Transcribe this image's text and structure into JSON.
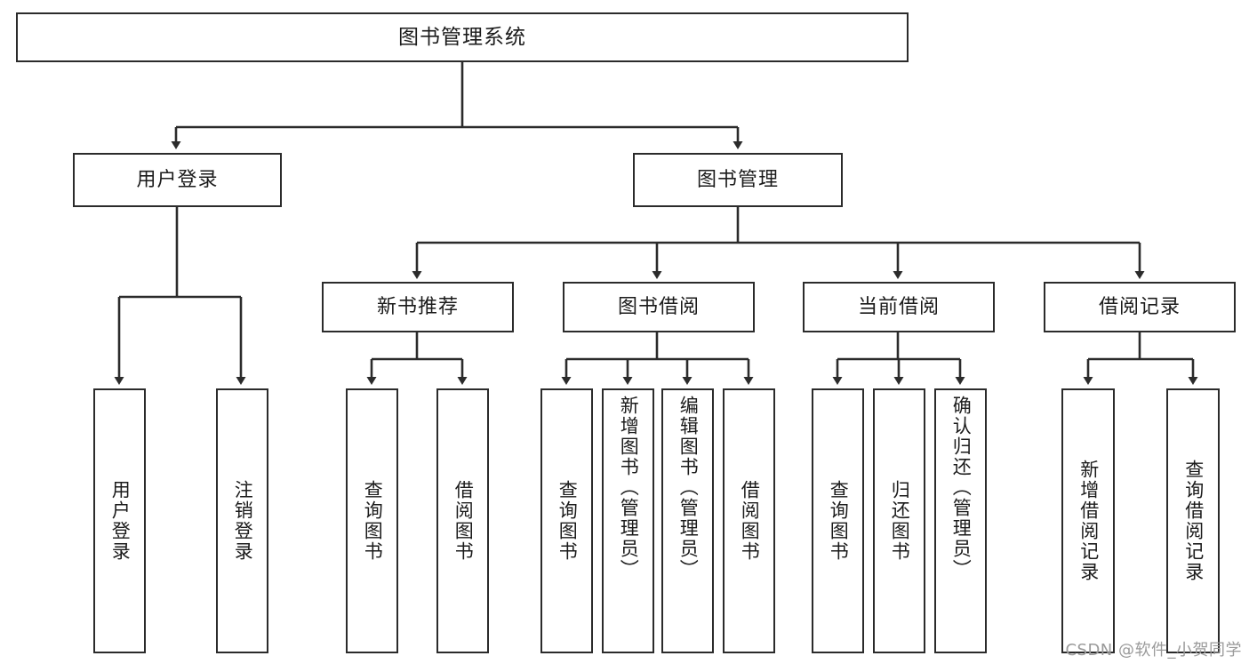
{
  "diagram": {
    "title": "图书管理系统",
    "type": "tree-hierarchy",
    "colors": {
      "box_border": "#2b2b2b",
      "box_fill": "#ffffff",
      "edge": "#2b2b2b",
      "text": "#1b1b1b",
      "watermark": "#9a9a9a",
      "background": "#ffffff"
    }
  },
  "root": {
    "label": "图书管理系统"
  },
  "level2": [
    {
      "label": "用户登录"
    },
    {
      "label": "图书管理"
    }
  ],
  "level3": [
    {
      "label": "新书推荐"
    },
    {
      "label": "图书借阅"
    },
    {
      "label": "当前借阅"
    },
    {
      "label": "借阅记录"
    }
  ],
  "leaves": {
    "user_login": [
      {
        "label": "用户登录"
      },
      {
        "label": "注销登录"
      }
    ],
    "new_book": [
      {
        "label": "查询图书"
      },
      {
        "label": "借阅图书"
      }
    ],
    "borrow_book": [
      {
        "label": "查询图书"
      },
      {
        "label": "新增图书（管理员）"
      },
      {
        "label": "编辑图书（管理员）"
      },
      {
        "label": "借阅图书"
      }
    ],
    "current_borrow": [
      {
        "label": "查询图书"
      },
      {
        "label": "归还图书"
      },
      {
        "label": "确认归还（管理员）"
      }
    ],
    "borrow_record": [
      {
        "label": "新增借阅记录"
      },
      {
        "label": "查询借阅记录"
      }
    ]
  },
  "watermark": {
    "text": "CSDN @软件_小贺同学"
  }
}
